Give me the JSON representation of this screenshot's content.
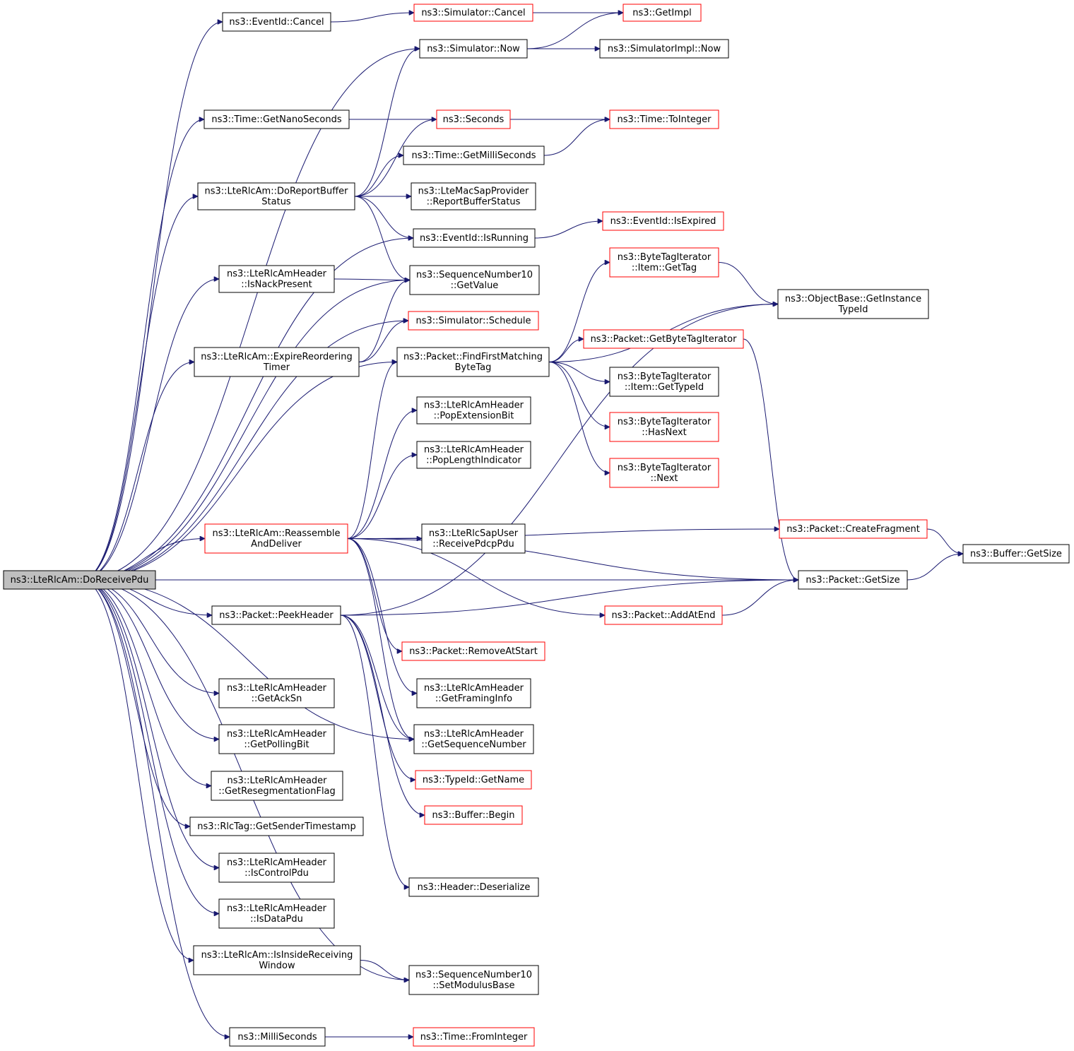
{
  "diagram": {
    "nodes": [
      {
        "id": "root",
        "lines": [
          "ns3::LteRlcAm::DoReceivePdu"
        ],
        "border": "root"
      },
      {
        "id": "evCancel",
        "lines": [
          "ns3::EventId::Cancel"
        ],
        "border": "black"
      },
      {
        "id": "simCancel",
        "lines": [
          "ns3::Simulator::Cancel"
        ],
        "border": "red"
      },
      {
        "id": "getImpl",
        "lines": [
          "ns3::GetImpl"
        ],
        "border": "red"
      },
      {
        "id": "simNow",
        "lines": [
          "ns3::Simulator::Now"
        ],
        "border": "black"
      },
      {
        "id": "simImplNow",
        "lines": [
          "ns3::SimulatorImpl::Now"
        ],
        "border": "black"
      },
      {
        "id": "getNano",
        "lines": [
          "ns3::Time::GetNanoSeconds"
        ],
        "border": "black"
      },
      {
        "id": "toInteger",
        "lines": [
          "ns3::Time::ToInteger"
        ],
        "border": "red"
      },
      {
        "id": "seconds",
        "lines": [
          "ns3::Seconds"
        ],
        "border": "red"
      },
      {
        "id": "getMilli",
        "lines": [
          "ns3::Time::GetMilliSeconds"
        ],
        "border": "black"
      },
      {
        "id": "doReport",
        "lines": [
          "ns3::LteRlcAm::DoReportBuffer",
          "Status"
        ],
        "border": "black"
      },
      {
        "id": "macSap",
        "lines": [
          "ns3::LteMacSapProvider",
          "::ReportBufferStatus"
        ],
        "border": "black"
      },
      {
        "id": "isExpired",
        "lines": [
          "ns3::EventId::IsExpired"
        ],
        "border": "red"
      },
      {
        "id": "isRunning",
        "lines": [
          "ns3::EventId::IsRunning"
        ],
        "border": "black"
      },
      {
        "id": "isNack",
        "lines": [
          "ns3::LteRlcAmHeader",
          "::IsNackPresent"
        ],
        "border": "black"
      },
      {
        "id": "sqGetValue",
        "lines": [
          "ns3::SequenceNumber10",
          "::GetValue"
        ],
        "border": "black"
      },
      {
        "id": "btItemGetTag",
        "lines": [
          "ns3::ByteTagIterator",
          "::Item::GetTag"
        ],
        "border": "red"
      },
      {
        "id": "objGetInst",
        "lines": [
          "ns3::ObjectBase::GetInstance",
          "TypeId"
        ],
        "border": "black"
      },
      {
        "id": "simSchedule",
        "lines": [
          "ns3::Simulator::Schedule"
        ],
        "border": "red"
      },
      {
        "id": "expireReord",
        "lines": [
          "ns3::LteRlcAm::ExpireReordering",
          "Timer"
        ],
        "border": "black"
      },
      {
        "id": "findFirst",
        "lines": [
          "ns3::Packet::FindFirstMatching",
          "ByteTag"
        ],
        "border": "black"
      },
      {
        "id": "getBTIter",
        "lines": [
          "ns3::Packet::GetByteTagIterator"
        ],
        "border": "red"
      },
      {
        "id": "btItemTypeId",
        "lines": [
          "ns3::ByteTagIterator",
          "::Item::GetTypeId"
        ],
        "border": "black"
      },
      {
        "id": "popExt",
        "lines": [
          "ns3::LteRlcAmHeader",
          "::PopExtensionBit"
        ],
        "border": "black"
      },
      {
        "id": "btHasNext",
        "lines": [
          "ns3::ByteTagIterator",
          "::HasNext"
        ],
        "border": "red"
      },
      {
        "id": "popLen",
        "lines": [
          "ns3::LteRlcAmHeader",
          "::PopLengthIndicator"
        ],
        "border": "black"
      },
      {
        "id": "btNext",
        "lines": [
          "ns3::ByteTagIterator",
          "::Next"
        ],
        "border": "red"
      },
      {
        "id": "reassemble",
        "lines": [
          "ns3::LteRlcAm::Reassemble",
          "AndDeliver"
        ],
        "border": "red"
      },
      {
        "id": "createFrag",
        "lines": [
          "ns3::Packet::CreateFragment"
        ],
        "border": "red"
      },
      {
        "id": "sapUser",
        "lines": [
          "ns3::LteRlcSapUser",
          "::ReceivePdcpPdu"
        ],
        "border": "black"
      },
      {
        "id": "bufGetSize",
        "lines": [
          "ns3::Buffer::GetSize"
        ],
        "border": "black"
      },
      {
        "id": "pktGetSize",
        "lines": [
          "ns3::Packet::GetSize"
        ],
        "border": "black"
      },
      {
        "id": "peekHeader",
        "lines": [
          "ns3::Packet::PeekHeader"
        ],
        "border": "black"
      },
      {
        "id": "addAtEnd",
        "lines": [
          "ns3::Packet::AddAtEnd"
        ],
        "border": "red"
      },
      {
        "id": "removeAtStart",
        "lines": [
          "ns3::Packet::RemoveAtStart"
        ],
        "border": "red"
      },
      {
        "id": "getAckSn",
        "lines": [
          "ns3::LteRlcAmHeader",
          "::GetAckSn"
        ],
        "border": "black"
      },
      {
        "id": "getFraming",
        "lines": [
          "ns3::LteRlcAmHeader",
          "::GetFramingInfo"
        ],
        "border": "black"
      },
      {
        "id": "getPolling",
        "lines": [
          "ns3::LteRlcAmHeader",
          "::GetPollingBit"
        ],
        "border": "black"
      },
      {
        "id": "getSeqNum",
        "lines": [
          "ns3::LteRlcAmHeader",
          "::GetSequenceNumber"
        ],
        "border": "black"
      },
      {
        "id": "getReseg",
        "lines": [
          "ns3::LteRlcAmHeader",
          "::GetResegmentationFlag"
        ],
        "border": "black"
      },
      {
        "id": "typeGetName",
        "lines": [
          "ns3::TypeId::GetName"
        ],
        "border": "red"
      },
      {
        "id": "rlcTag",
        "lines": [
          "ns3::RlcTag::GetSenderTimestamp"
        ],
        "border": "black"
      },
      {
        "id": "bufBegin",
        "lines": [
          "ns3::Buffer::Begin"
        ],
        "border": "red"
      },
      {
        "id": "isControl",
        "lines": [
          "ns3::LteRlcAmHeader",
          "::IsControlPdu"
        ],
        "border": "black"
      },
      {
        "id": "hdrDeser",
        "lines": [
          "ns3::Header::Deserialize"
        ],
        "border": "black"
      },
      {
        "id": "isData",
        "lines": [
          "ns3::LteRlcAmHeader",
          "::IsDataPdu"
        ],
        "border": "black"
      },
      {
        "id": "isInside",
        "lines": [
          "ns3::LteRlcAm::IsInsideReceiving",
          "Window"
        ],
        "border": "black"
      },
      {
        "id": "setMod",
        "lines": [
          "ns3::SequenceNumber10",
          "::SetModulusBase"
        ],
        "border": "black"
      },
      {
        "id": "milliSec",
        "lines": [
          "ns3::MilliSeconds"
        ],
        "border": "black"
      },
      {
        "id": "fromInteger",
        "lines": [
          "ns3::Time::FromInteger"
        ],
        "border": "red"
      }
    ],
    "edges": [
      [
        "root",
        "evCancel"
      ],
      [
        "root",
        "simNow"
      ],
      [
        "root",
        "getNano"
      ],
      [
        "root",
        "doReport"
      ],
      [
        "root",
        "isRunning"
      ],
      [
        "root",
        "isNack"
      ],
      [
        "root",
        "sqGetValue"
      ],
      [
        "root",
        "expireReord"
      ],
      [
        "root",
        "simSchedule"
      ],
      [
        "root",
        "findFirst"
      ],
      [
        "root",
        "reassemble"
      ],
      [
        "root",
        "pktGetSize"
      ],
      [
        "root",
        "peekHeader"
      ],
      [
        "root",
        "getSeqNum"
      ],
      [
        "root",
        "getAckSn"
      ],
      [
        "root",
        "getPolling"
      ],
      [
        "root",
        "getReseg"
      ],
      [
        "root",
        "rlcTag"
      ],
      [
        "root",
        "isControl"
      ],
      [
        "root",
        "isData"
      ],
      [
        "root",
        "isInside"
      ],
      [
        "root",
        "setMod"
      ],
      [
        "root",
        "milliSec"
      ],
      [
        "evCancel",
        "simCancel"
      ],
      [
        "simCancel",
        "getImpl"
      ],
      [
        "simNow",
        "getImpl"
      ],
      [
        "simNow",
        "simImplNow"
      ],
      [
        "getNano",
        "toInteger"
      ],
      [
        "getMilli",
        "toInteger"
      ],
      [
        "doReport",
        "simNow"
      ],
      [
        "doReport",
        "seconds"
      ],
      [
        "doReport",
        "getMilli"
      ],
      [
        "doReport",
        "macSap"
      ],
      [
        "doReport",
        "isRunning"
      ],
      [
        "doReport",
        "sqGetValue"
      ],
      [
        "isRunning",
        "isExpired"
      ],
      [
        "isNack",
        "sqGetValue"
      ],
      [
        "expireReord",
        "sqGetValue"
      ],
      [
        "expireReord",
        "simSchedule"
      ],
      [
        "findFirst",
        "btItemGetTag"
      ],
      [
        "findFirst",
        "objGetInst"
      ],
      [
        "findFirst",
        "getBTIter"
      ],
      [
        "findFirst",
        "btItemTypeId"
      ],
      [
        "findFirst",
        "btHasNext"
      ],
      [
        "findFirst",
        "btNext"
      ],
      [
        "btItemGetTag",
        "objGetInst"
      ],
      [
        "getBTIter",
        "pktGetSize"
      ],
      [
        "reassemble",
        "findFirst"
      ],
      [
        "reassemble",
        "popExt"
      ],
      [
        "reassemble",
        "popLen"
      ],
      [
        "reassemble",
        "createFrag"
      ],
      [
        "reassemble",
        "sapUser"
      ],
      [
        "reassemble",
        "pktGetSize"
      ],
      [
        "reassemble",
        "addAtEnd"
      ],
      [
        "reassemble",
        "removeAtStart"
      ],
      [
        "reassemble",
        "getFraming"
      ],
      [
        "reassemble",
        "getSeqNum"
      ],
      [
        "createFrag",
        "bufGetSize"
      ],
      [
        "pktGetSize",
        "bufGetSize"
      ],
      [
        "addAtEnd",
        "pktGetSize"
      ],
      [
        "peekHeader",
        "getSeqNum"
      ],
      [
        "peekHeader",
        "typeGetName"
      ],
      [
        "peekHeader",
        "bufBegin"
      ],
      [
        "peekHeader",
        "hdrDeser"
      ],
      [
        "peekHeader",
        "objGetInst"
      ],
      [
        "peekHeader",
        "pktGetSize"
      ],
      [
        "isInside",
        "setMod"
      ],
      [
        "milliSec",
        "fromInteger"
      ]
    ]
  }
}
